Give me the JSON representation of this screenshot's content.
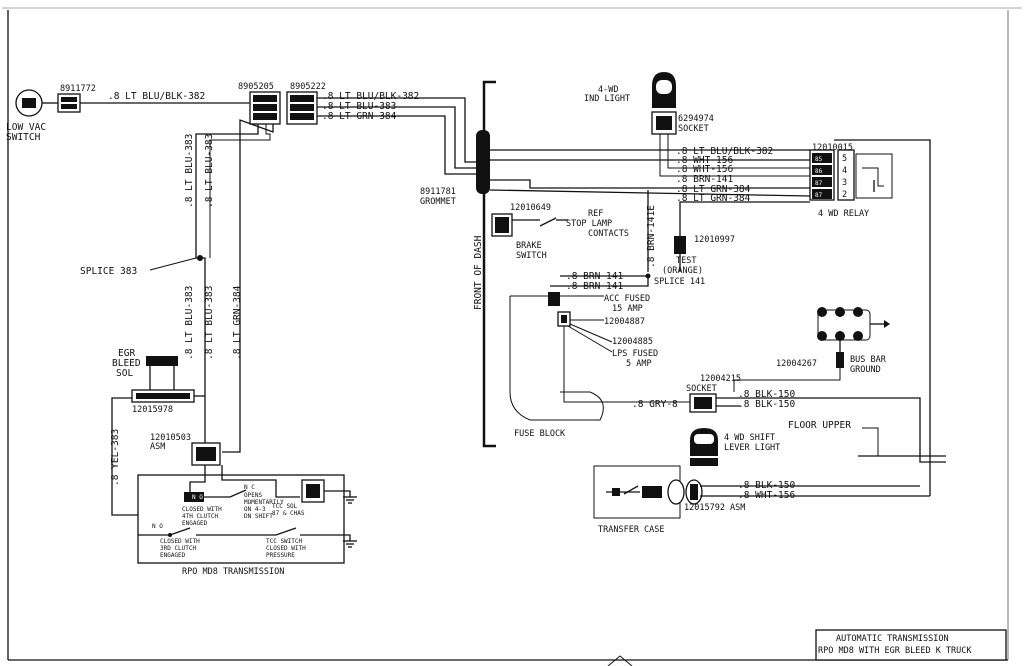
{
  "title_block": {
    "line1": "AUTOMATIC TRANSMISSION",
    "line2": "RPO MD8 WITH EGR BLEED K TRUCK"
  },
  "components": {
    "low_vac_switch": {
      "part": "8911772",
      "label1": "LOW VAC",
      "label2": "SWITCH"
    },
    "conn_a": {
      "part": "8905205"
    },
    "conn_b": {
      "part": "8905222"
    },
    "splice_383": {
      "label": "SPLICE 383"
    },
    "egr_bleed_sol": {
      "label1": "EGR",
      "label2": "BLEED",
      "label3": "SOL",
      "part": "12015978"
    },
    "asm_conn": {
      "part": "12010503",
      "label": "ASM"
    },
    "transmission": {
      "label": "RPO MD8 TRANSMISSION",
      "sw1_no": "N O",
      "sw1_desc1": "CLOSED WITH",
      "sw1_desc2": "4TH CLUTCH",
      "sw1_desc3": "ENGAGED",
      "nc": "N C",
      "nc_desc1": "OPENS",
      "nc_desc2": "MOMENTARILY",
      "nc_desc3": "ON 4-3",
      "nc_desc4": "DN SHIFT",
      "tcc_sol1": "TCC SOL",
      "tcc_sol2": "87 & CHAS",
      "sw2_no": "N O",
      "sw2_desc1": "CLOSED WITH",
      "sw2_desc2": "3RD CLUTCH",
      "sw2_desc3": "ENGAGED",
      "tcc_sw1": "TCC SWITCH",
      "tcc_sw2": "CLOSED WITH",
      "tcc_sw3": "PRESSURE"
    },
    "grommet": {
      "part": "8911781",
      "label": "GROMMET"
    },
    "front_of_dash": {
      "label": "FRONT OF DASH"
    },
    "brake_switch": {
      "part": "12010649",
      "ref": "REF",
      "stop1": "STOP LAMP",
      "stop2": "CONTACTS",
      "label1": "BRAKE",
      "label2": "SWITCH"
    },
    "ind_light": {
      "label1": "4-WD",
      "label2": "IND LIGHT",
      "part": "6294974",
      "socket": "SOCKET"
    },
    "relay": {
      "part": "12010015",
      "label": "4 WD RELAY",
      "left_pins": [
        "85",
        "86",
        "87",
        "87"
      ],
      "right_pins": [
        "5",
        "4",
        "3",
        "2"
      ]
    },
    "test_conn": {
      "part": "12010997",
      "label1": "TEST",
      "label2": "(ORANGE)"
    },
    "splice_141": {
      "label": "SPLICE 141"
    },
    "fuse_block": {
      "label": "FUSE BLOCK",
      "acc1": "ACC FUSED",
      "acc2": "15 AMP",
      "part1": "12004887",
      "part2": "12004885",
      "lps1": "LPS FUSED",
      "lps2": "5 AMP"
    },
    "bus_bar": {
      "part": "12004267",
      "label1": "BUS BAR",
      "label2": "GROUND"
    },
    "shift_socket": {
      "part": "12004215",
      "label": "SOCKET"
    },
    "floor_upper": {
      "label": "FLOOR UPPER"
    },
    "shift_light": {
      "label1": "4 WD SHIFT",
      "label2": "LEVER LIGHT"
    },
    "transfer_case": {
      "label": "TRANSFER CASE",
      "part": "12015792 ASM"
    }
  },
  "wires": {
    "vac_to_conn": ".8 LT BLU/BLK-382",
    "conn_top1": ".8 LT BLU/BLK-382",
    "conn_top2": ".8 LT BLU-383",
    "conn_top3": ".8 LT GRN-384",
    "vert_383_a": ".8 LT BLU-383",
    "vert_383_b": ".8 LT BLU-383",
    "vert_383_c": ".8 LT BLU-383",
    "vert_383_d": ".8 LT BLU-383",
    "vert_384": ".8 LT GRN-384",
    "yel_383": ".8 YEL-383",
    "relay_1": ".8 LT BLU/BLK-382",
    "relay_2": ".8 WHT-156",
    "relay_3": ".8 WHT-156",
    "relay_4": ".8 BRN-141",
    "relay_5": ".8 LT GRN-384",
    "relay_6": ".8 LT GRN-384",
    "brn_141e": ".8 BRN-141E",
    "brn_141_a": ".8 BRN-141",
    "brn_141_b": ".8 BRN-141",
    "gry_8": ".8 GRY-8",
    "blk_150_a": ".8 BLK-150",
    "blk_150_b": ".8 BLK-150",
    "blk_150_c": ".8 BLK-150",
    "wht_156_tc": ".8 WHT-156"
  }
}
